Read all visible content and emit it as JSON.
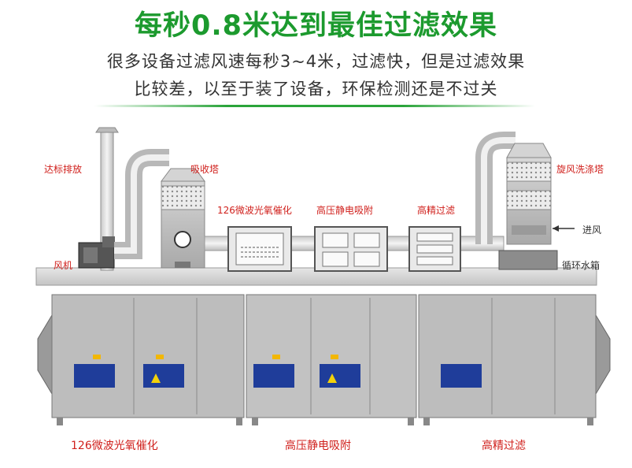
{
  "headline": "每秒0.8米达到最佳过滤效果",
  "subtitle": {
    "line1": "很多设备过滤风速每秒3~4米，过滤快，但是过滤效果",
    "line2": "比较差，以至于装了设备，环保检测还是不过关"
  },
  "diagram_labels": {
    "discharge": "达标排放",
    "absorption_tower": "吸收塔",
    "uv_photolysis": "126微波光氧催化",
    "electrostatic": "高压静电吸附",
    "fine_filter": "高精过滤",
    "cyclone_tower": "旋风洗涤塔",
    "inlet": "进风",
    "fan": "风机",
    "water_tank": "循环水箱"
  },
  "machine_labels": {
    "uv_photolysis": "126微波光氧催化",
    "electrostatic": "高压静电吸附",
    "fine_filter": "高精过滤"
  },
  "colors": {
    "headline": "#1c9a2e",
    "label_red": "#d0201c",
    "panel_blue": "#1f3d9a"
  }
}
